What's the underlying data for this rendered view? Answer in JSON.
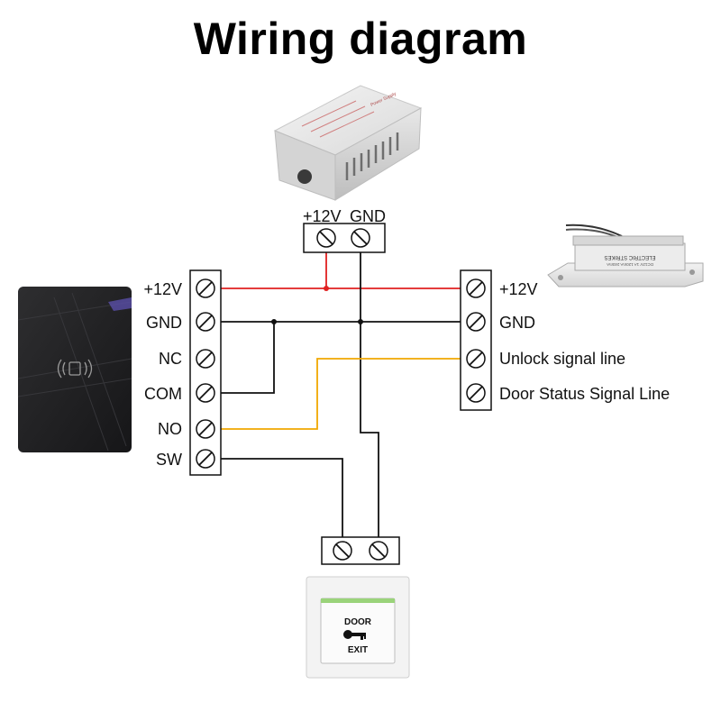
{
  "title": "Wiring diagram",
  "power_supply": {
    "label": "Power Supply",
    "terminals": [
      "+12V",
      "GND"
    ]
  },
  "reader": {
    "terminals": [
      "+12V",
      "GND",
      "NC",
      "COM",
      "NO",
      "SW"
    ]
  },
  "lock": {
    "product_text": "ELECTRIC STRIKES",
    "spec_text": "DC12V 1A  120mA  240mA",
    "terminals": [
      "+12V",
      "GND",
      "Unlock signal line",
      "Door Status Signal Line"
    ]
  },
  "exit_button": {
    "line1": "DOOR",
    "line2": "EXIT"
  },
  "colors": {
    "power_wire": "#e02020",
    "ground_wire": "#111111",
    "signal_wire": "#f0a800"
  }
}
